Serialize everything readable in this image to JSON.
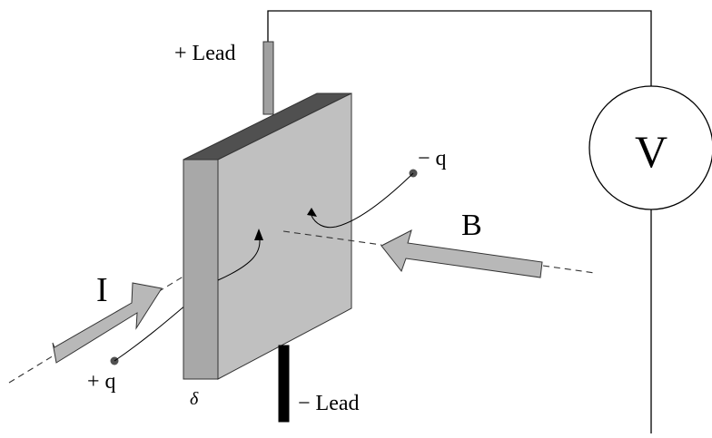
{
  "labels": {
    "plus_lead": "+ Lead",
    "minus_lead": "− Lead",
    "voltmeter": "V",
    "current": "I",
    "magnetic_field": "B",
    "plus_q": "+ q",
    "minus_q": "− q",
    "thickness": "δ"
  },
  "colors": {
    "slab_front": "#c0c0c0",
    "slab_side": "#a8a8a8",
    "slab_top": "#505050",
    "arrow_fill": "#b8b8b8",
    "positive_lead": "#a0a0a0",
    "negative_lead": "#000000",
    "wire": "#000000",
    "charge_dot": "#505050"
  }
}
